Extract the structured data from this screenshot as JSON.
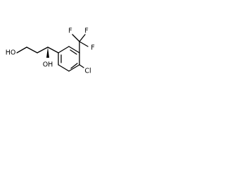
{
  "structure": {
    "atoms": {
      "o_terminal": "HO",
      "o_chiral": "OH",
      "cl": "Cl",
      "f_top_left": "F",
      "f_top_right": "F",
      "f_right": "F"
    },
    "colors": {
      "bond": "#000000",
      "label": "#000000",
      "background": "#ffffff"
    },
    "stereo": "wedge-bond"
  }
}
